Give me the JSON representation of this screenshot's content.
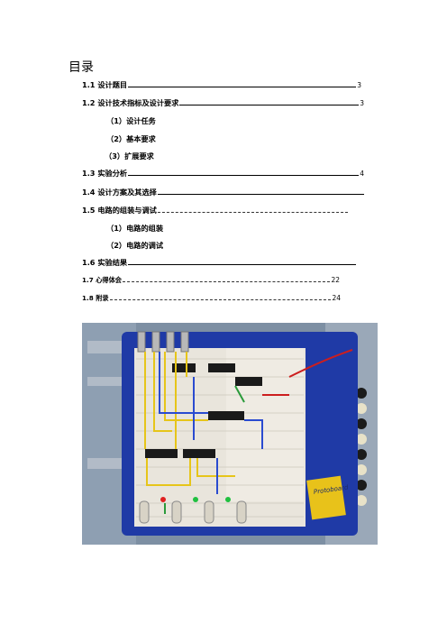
{
  "document": {
    "toc_title": "目录",
    "entries": [
      {
        "label": "1.1  设计题目",
        "page": "3"
      },
      {
        "label": "1.2 设计技术指标及设计要求",
        "page": "3"
      },
      {
        "label": "（1）设计任务",
        "page": ""
      },
      {
        "label": "（2）基本要求",
        "page": ""
      },
      {
        "label": "（3）扩展要求",
        "page": ""
      },
      {
        "label": "1.3 实验分析",
        "page": "4"
      },
      {
        "label": "1.4 设计方案及其选择",
        "page": ""
      },
      {
        "label": "1.5 电路的组装与调试",
        "page": ""
      },
      {
        "label": "（1）电路的组装",
        "page": ""
      },
      {
        "label": "（2）电路的调试",
        "page": ""
      },
      {
        "label": "1.6 实验结果",
        "page": ""
      },
      {
        "label": "1.7 心得体会",
        "page": "22"
      },
      {
        "label": "1.8 附录",
        "page": "24"
      }
    ]
  },
  "photo": {
    "board_logo_text": "Protoboard",
    "colors": {
      "board_blue": "#1f3aa6",
      "breadboard": "#e9e5dc",
      "background_panel": "#7d8fa3",
      "wire_yellow": "#e6c51a",
      "wire_blue": "#2a4bd0",
      "wire_red": "#cc1e1e",
      "wire_green": "#2a9a3a"
    }
  }
}
